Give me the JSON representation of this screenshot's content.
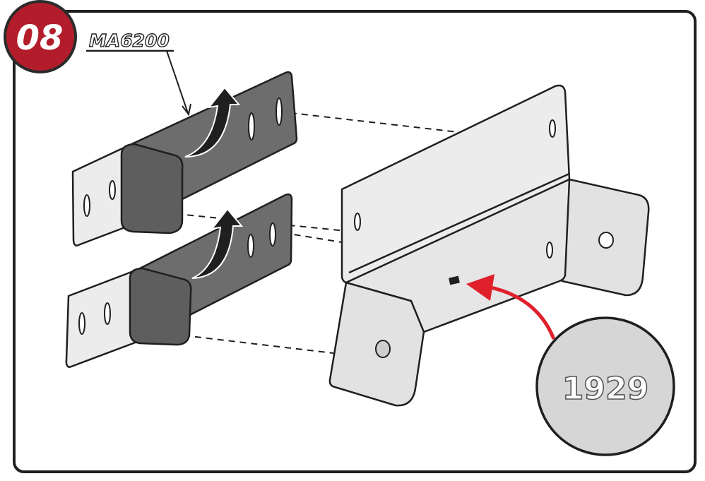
{
  "step": {
    "number": "08",
    "badge_color": "#b31d2b",
    "badge_border": "#2b2b2b"
  },
  "part": {
    "code": "MA6200"
  },
  "stamp": {
    "text": "1929",
    "circle_fill": "#d6d6d6",
    "arrow_color": "#e0212b"
  },
  "colors": {
    "strap": "#6d6d6d",
    "strap_dark": "#4a4a4a",
    "plate": "#ececec",
    "bracket": "#e2e2e2",
    "outline": "#1f1f1f",
    "frame": "#1f1f1f"
  },
  "icons": {
    "rotate_arrow": "curved-arrow-icon",
    "callout_arrow": "red-curved-arrow-icon"
  }
}
